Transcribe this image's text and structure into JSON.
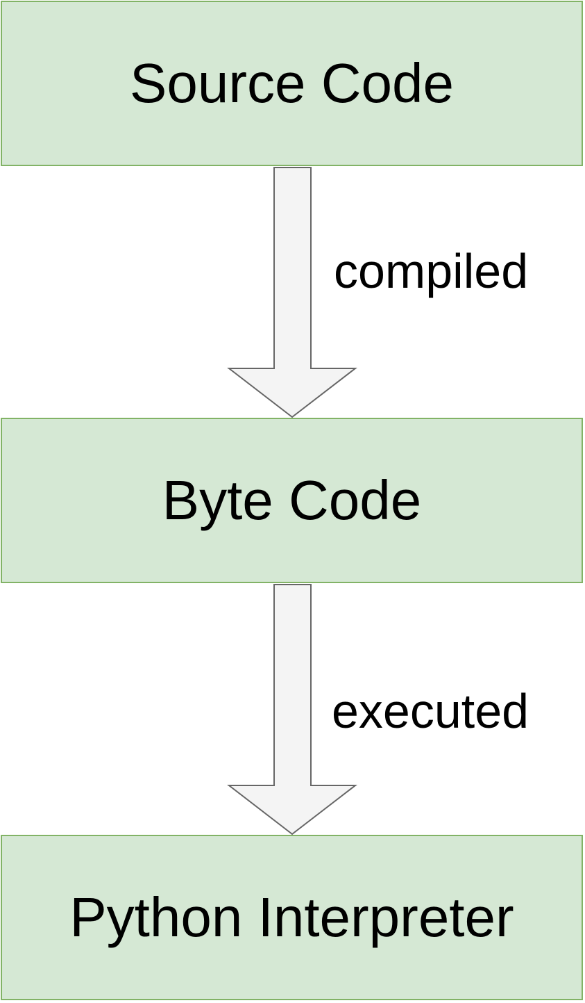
{
  "nodes": {
    "source": "Source Code",
    "byte": "Byte Code",
    "interpreter": "Python Interpreter"
  },
  "edges": {
    "compiled": "compiled",
    "executed": "executed"
  },
  "colors": {
    "box_fill": "#d5e8d4",
    "box_stroke": "#82b366",
    "arrow_fill": "#f4f4f4",
    "arrow_stroke": "#666666"
  }
}
